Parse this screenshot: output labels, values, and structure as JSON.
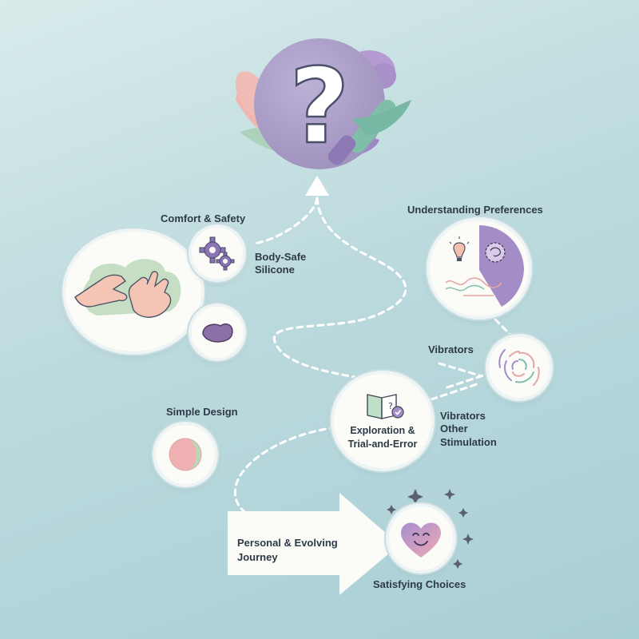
{
  "title_icon": "question-mark-icon",
  "sections": {
    "comfort_safety": "Comfort & Safety",
    "body_safe": "Body-Safe\nSilicone",
    "understanding": "Understanding Preferences",
    "vibrators_top": "Vibrators",
    "vibrators_other": "Vibrators\nOther\nStimulation",
    "exploration": "Exploration &\nTrial-and-Error",
    "simple_design": "Simple Design",
    "journey": "Personal & Evolving\nJourney",
    "satisfying": "Satisfying Choices"
  },
  "colors": {
    "purple": "#a795c4",
    "pink": "#eeb7b4",
    "teal": "#7fbfaa",
    "green": "#a8cfae",
    "dark": "#2d3a47"
  }
}
